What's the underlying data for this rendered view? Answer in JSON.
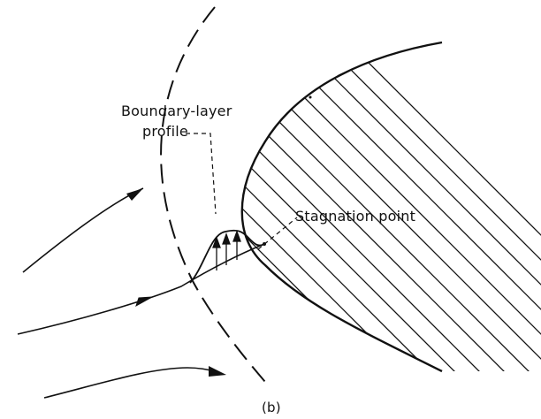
{
  "labels": {
    "boundary_layer_line1": "Boundary-layer",
    "boundary_layer_line2": "profile",
    "stagnation_point": "Stagnation point",
    "caption": "(b)"
  },
  "colors": {
    "ink": "#111111",
    "background": "#ffffff"
  }
}
